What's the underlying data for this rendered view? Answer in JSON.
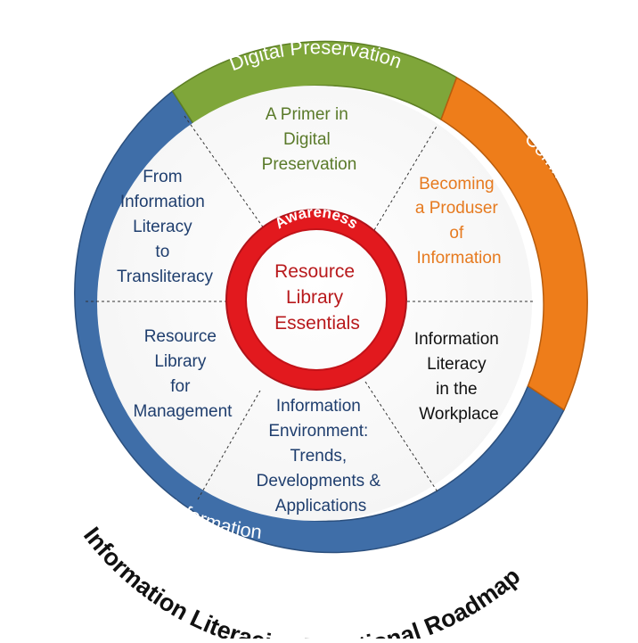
{
  "title": "Information Literacies Functional Roadmap",
  "colors": {
    "green": "#7fa63a",
    "orange": "#ee7d1a",
    "blue": "#3f6ea8",
    "red": "#e2191e",
    "text_green": "#5a7a2a",
    "text_orange": "#e67a1f",
    "text_blue": "#1f3e6e",
    "text_red": "#b8191c"
  },
  "ring_labels": {
    "digital_preservation": "Digital Preservation",
    "communicating_information": "Communicating Information",
    "managing_information": "Managing Information"
  },
  "center": {
    "arc_label": "Awareness",
    "lines": [
      "Resource",
      "Library",
      "Essentials"
    ]
  },
  "segments": {
    "top": [
      "A Primer in",
      "Digital",
      "Preservation"
    ],
    "top_right": [
      "Becoming",
      "a Produser",
      "of",
      "Information"
    ],
    "bottom_right": [
      "Information",
      "Literacy",
      "in the",
      "Workplace"
    ],
    "bottom": [
      "Information",
      "Environment:",
      "Trends,",
      "Developments &",
      "Applications"
    ],
    "bottom_left": [
      "Resource",
      "Library",
      "for",
      "Management"
    ],
    "top_left": [
      "From",
      "Information",
      "Literacy",
      "to",
      "Transliteracy"
    ]
  }
}
